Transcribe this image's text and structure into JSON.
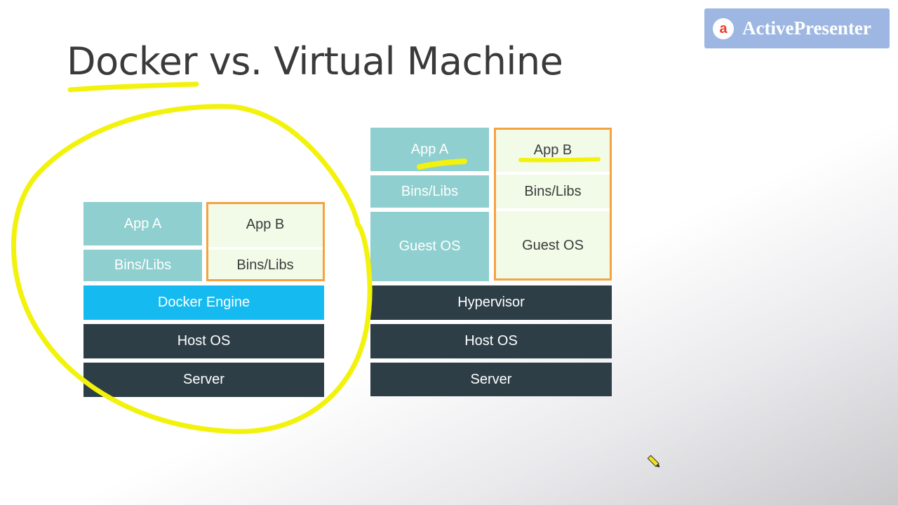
{
  "title": "Docker vs. Virtual Machine",
  "watermark": {
    "logo_letter": "a",
    "name": "ActivePresenter"
  },
  "docker": {
    "app_a": "App A",
    "app_b": "App B",
    "bins_libs_a": "Bins/Libs",
    "bins_libs_b": "Bins/Libs",
    "engine": "Docker Engine",
    "host_os": "Host OS",
    "server": "Server"
  },
  "vm": {
    "app_a": "App A",
    "app_b": "App B",
    "bins_libs_a": "Bins/Libs",
    "bins_libs_b": "Bins/Libs",
    "guest_os_a": "Guest OS",
    "guest_os_b": "Guest OS",
    "hypervisor": "Hypervisor",
    "host_os": "Host OS",
    "server": "Server"
  },
  "colors": {
    "container_teal": "#8fcfcf",
    "container_light": "#f1fbe7",
    "docker_engine": "#15bbf0",
    "infrastructure": "#2d3e47",
    "highlight_border": "#f5a241",
    "annotation_ink": "#f2f20c"
  },
  "icons": {
    "cursor": "pencil-cursor-icon"
  }
}
